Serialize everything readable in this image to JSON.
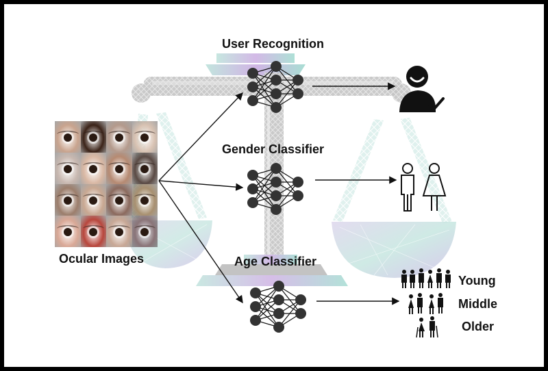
{
  "titles": {
    "user_recognition": "User Recognition",
    "gender_classifier": "Gender Classifier",
    "age_classifier": "Age Classifier",
    "ocular_images": "Ocular Images"
  },
  "age_groups": {
    "young": "Young",
    "middle": "Middle",
    "older": "Older"
  },
  "colors": {
    "node": "#333333",
    "edge": "#111111",
    "arrow": "#111111",
    "scale_gray": "#b8b8b8",
    "scale_teal": "#8fd0c8",
    "scale_purple": "#b89ad8",
    "icon": "#111111"
  },
  "icons": [
    "user-check-icon",
    "male-icon",
    "female-icon",
    "young-people-icon",
    "middle-people-icon",
    "older-people-icon"
  ],
  "eye_tones": [
    "#c9a48e",
    "#3b2318",
    "#b49a8c",
    "#d8c2b2",
    "#c8b8b0",
    "#d9b8a4",
    "#b68a72",
    "#5a4a44",
    "#9c7e6c",
    "#c9a892",
    "#8b6a5e",
    "#a89070",
    "#d9a896",
    "#b8463c",
    "#c8a896",
    "#8a7478"
  ]
}
